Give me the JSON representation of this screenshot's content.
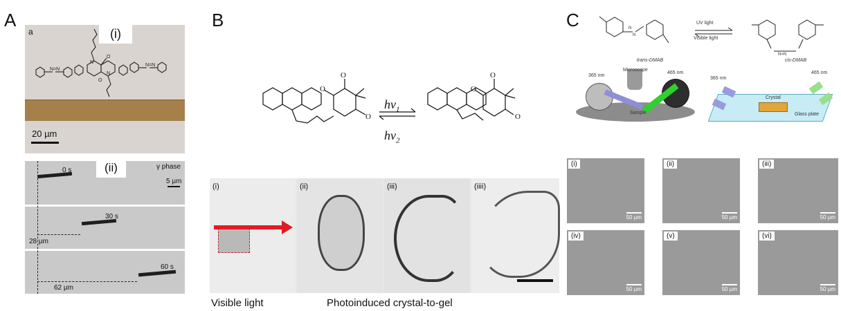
{
  "panelA": {
    "letter": "A",
    "top": {
      "corner": "a",
      "tag": "(i)",
      "scale": "20 µm",
      "colors": {
        "bg": "#d9d4cf",
        "crystal": "#a5804a"
      }
    },
    "bottom": {
      "tag": "(ii)",
      "phase": "γ phase",
      "scale": "5 µm",
      "frames": [
        {
          "time": "0 s",
          "distance": ""
        },
        {
          "time": "30 s",
          "distance": "28 µm"
        },
        {
          "time": "60 s",
          "distance": "62 µm"
        }
      ]
    }
  },
  "panelB": {
    "letter": "B",
    "arrow_top": "hν",
    "arrow_top_sub": "1",
    "arrow_bottom": "hν",
    "arrow_bottom_sub": "2",
    "images": [
      "(i)",
      "(ii)",
      "(iii)",
      "(iiii)"
    ],
    "caption_left": "Visible light",
    "caption_right": "Photoinduced crystal-to-gel"
  },
  "panelC": {
    "letter": "C",
    "arrow_top": "UV light",
    "arrow_bottom": "Visible light",
    "trans_label": "trans-DMAB",
    "cis_label": "cis-DMAB",
    "setup": {
      "uv": "365 nm",
      "microscope": "Microscope",
      "vis": "465 nm",
      "sample": "Sample"
    },
    "plate": {
      "uv": "365 nm",
      "vis": "465 nm",
      "crystal": "Crystal",
      "glass": "Glass plate"
    },
    "tiles": [
      "(i)",
      "(ii)",
      "(iii)",
      "(iv)",
      "(v)",
      "(vi)"
    ],
    "scale": "50 µm"
  }
}
